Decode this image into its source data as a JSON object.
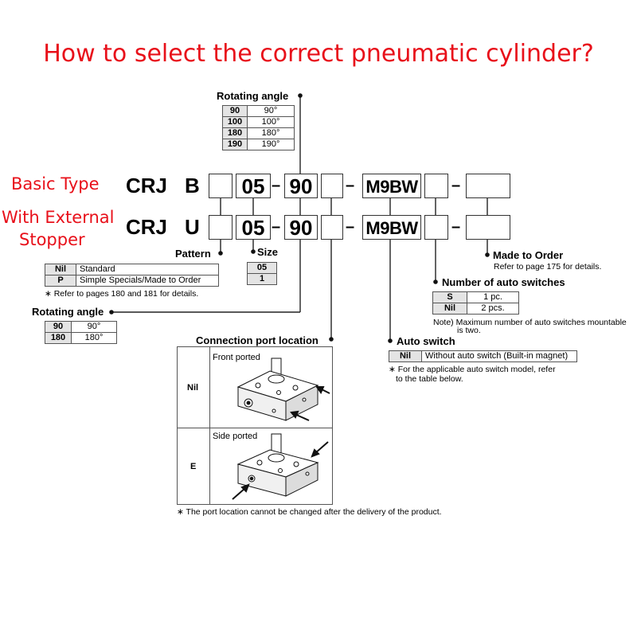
{
  "headline": "How to select the correct pneumatic cylinder?",
  "labels": {
    "basic_type": "Basic Type",
    "external_stopper_line1": "With External",
    "external_stopper_line2": "Stopper"
  },
  "models": {
    "basic": {
      "series": "CRJ",
      "type": "B"
    },
    "external": {
      "series": "CRJ",
      "type": "U"
    },
    "size_value": "05",
    "angle_value": "90",
    "switch_value": "M9BW",
    "dash": "–"
  },
  "rotating_angle_top": {
    "title": "Rotating angle",
    "rows": [
      {
        "code": "90",
        "desc": "90°"
      },
      {
        "code": "100",
        "desc": "100°"
      },
      {
        "code": "180",
        "desc": "180°"
      },
      {
        "code": "190",
        "desc": "190°"
      }
    ]
  },
  "pattern": {
    "title": "Pattern",
    "rows": [
      {
        "code": "Nil",
        "desc": "Standard"
      },
      {
        "code": "P",
        "desc": "Simple Specials/Made to Order"
      }
    ],
    "note": "∗ Refer to pages 180 and 181 for details."
  },
  "size": {
    "title": "Size",
    "rows": [
      {
        "code": "05"
      },
      {
        "code": "1"
      }
    ]
  },
  "rotating_angle_bottom": {
    "title": "Rotating angle",
    "rows": [
      {
        "code": "90",
        "desc": "90°"
      },
      {
        "code": "180",
        "desc": "180°"
      }
    ]
  },
  "connection_port": {
    "title": "Connection port location",
    "rows": [
      {
        "code": "Nil",
        "label": "Front ported"
      },
      {
        "code": "E",
        "label": "Side ported"
      }
    ],
    "note": "∗ The port location cannot be changed after the delivery of the product."
  },
  "made_to_order": {
    "title": "Made to Order",
    "note": "Refer to page 175 for details."
  },
  "num_switches": {
    "title": "Number of auto switches",
    "rows": [
      {
        "code": "S",
        "desc": "1 pc."
      },
      {
        "code": "Nil",
        "desc": "2 pcs."
      }
    ],
    "note_line1": "Note) Maximum number of auto switches mountable",
    "note_line2": "is two."
  },
  "auto_switch": {
    "title": "Auto switch",
    "rows": [
      {
        "code": "Nil",
        "desc": "Without auto switch (Built-in magnet)"
      }
    ],
    "note_line1": "∗ For the applicable auto switch model, refer",
    "note_line2": "to the table below."
  }
}
